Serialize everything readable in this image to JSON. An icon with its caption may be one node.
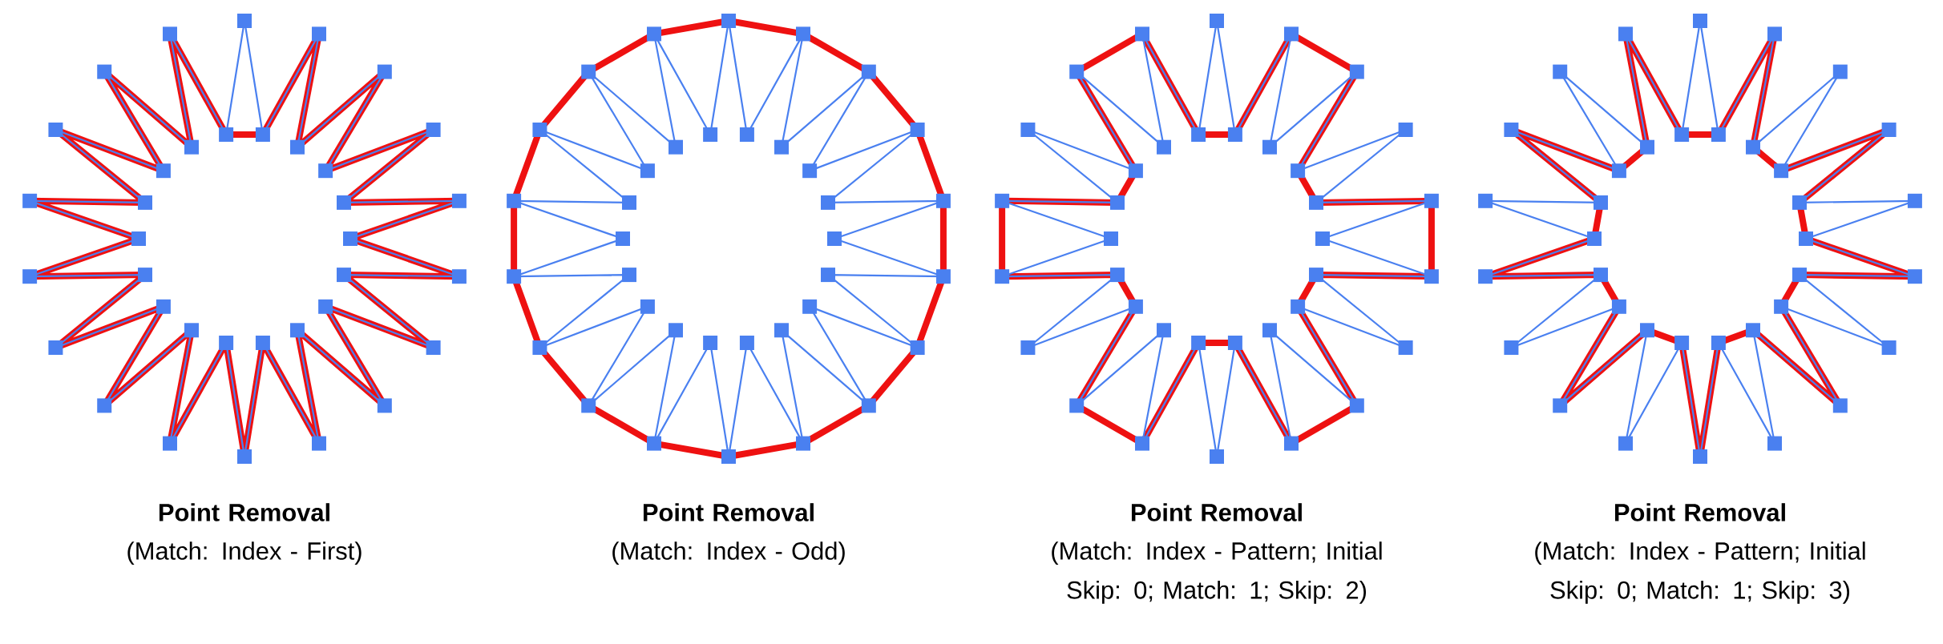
{
  "diagram": {
    "labels": [
      "Point Removal",
      "(Match: Index - First)",
      "Point Removal",
      "(Match: Index - Odd)",
      "Point Removal",
      "(Match: Index - Pattern; Initial Skip: 0; Match: 1; Skip: 2)",
      "Point Removal",
      "(Match: Index - Pattern; Initial Skip: 0; Match: 1; Skip: 3)"
    ]
  }
}
